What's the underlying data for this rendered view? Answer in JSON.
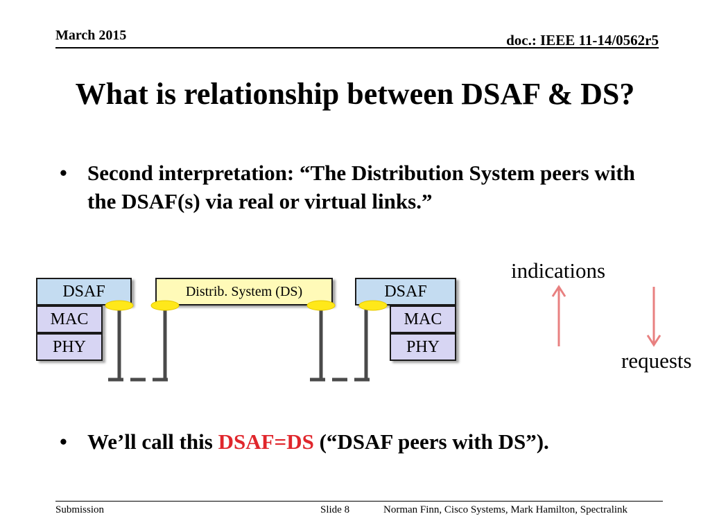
{
  "header": {
    "date": "March 2015",
    "doc_id": "doc.: IEEE 11-14/0562r5"
  },
  "title": "What is relationship between DSAF & DS?",
  "bullets": {
    "marker": "•",
    "first": "Second interpretation:  “The Distribution System peers with the DSAF(s) via real or virtual links.”",
    "second": {
      "prefix": "We’ll call this ",
      "highlight": "DSAF=DS",
      "suffix": " (“DSAF peers with DS”)."
    }
  },
  "diagram": {
    "left_stack": [
      "DSAF",
      "MAC",
      "PHY"
    ],
    "ds_box": "Distrib. System (DS)",
    "right_stack": [
      "DSAF",
      "MAC",
      "PHY"
    ],
    "arrow_up_label": "indications",
    "arrow_down_label": "requests",
    "colors": {
      "dsaf_fill": "#c4dcf1",
      "layer_fill": "#d7d5f3",
      "ds_fill": "#fffab8",
      "port": "#ffe81a",
      "arrow": "#e88080",
      "highlight": "#e0262c"
    }
  },
  "footer": {
    "left": "Submission",
    "slide": "Slide 8",
    "authors": "Norman Finn, Cisco Systems, Mark Hamilton, Spectralink"
  }
}
